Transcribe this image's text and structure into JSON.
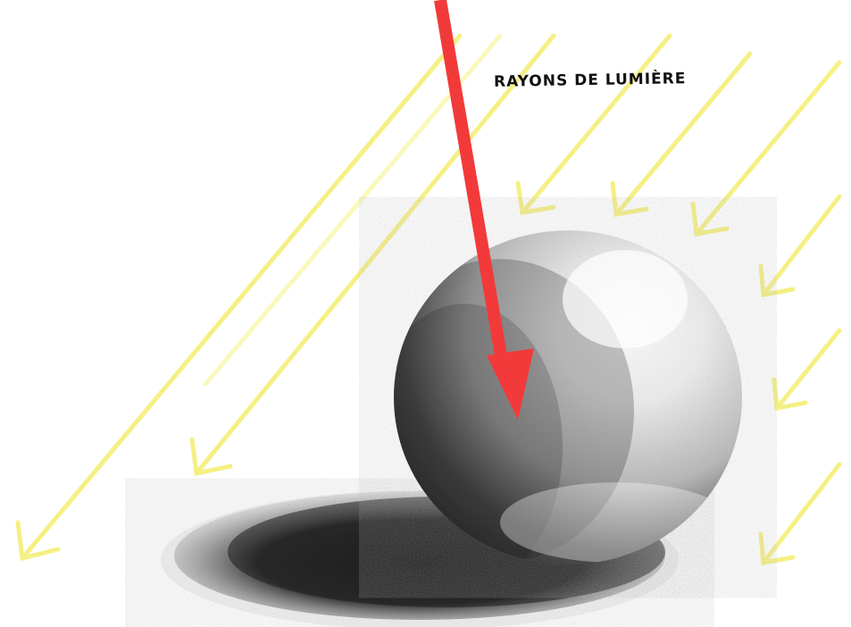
{
  "diagram": {
    "label": "RAYONS DE LUMIÈRE",
    "colors": {
      "background": "#ffffff",
      "light_rays": "#f6f27a",
      "pointer_arrow": "#f23a3a",
      "shading": "#1a1a1a"
    },
    "elements": {
      "light_rays": "diagonal yellow arrows (light direction)",
      "sphere": "shaded sphere",
      "cast_shadow": "ellipse shadow on ground",
      "pointer": "red arrow pointing to the shadow side of the sphere"
    }
  }
}
